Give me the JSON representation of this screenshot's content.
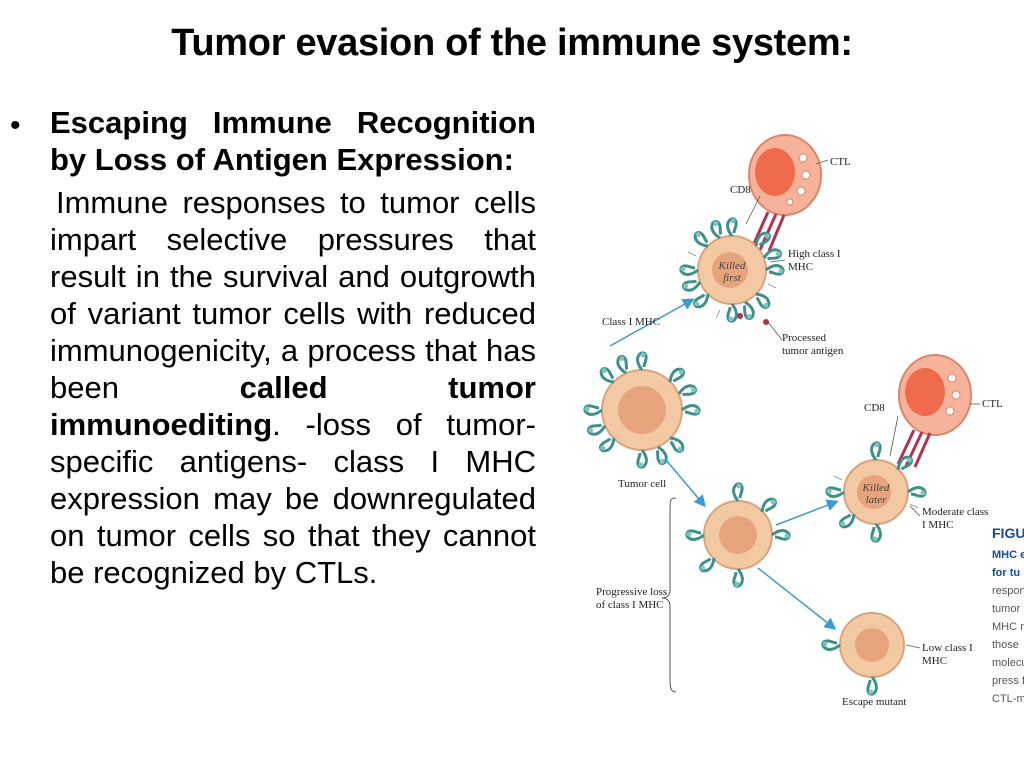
{
  "slide": {
    "title": "Tumor evasion of the immune system:",
    "bullet": {
      "symbol": "•",
      "heading": "Escaping Immune Recognition by Loss of Antigen Expression:",
      "para_part1": "Immune responses to tumor cells impart selective pressures that result in the survival and outgrowth of variant tumor cells with reduced immunogenicity, a process that has been ",
      "para_bold1": "called tumor immunoediting",
      "para_part2": ". -loss of tumor-specific antigens- class I MHC expression may be downregulated on tumor cells so that they cannot be recognized by CTLs."
    }
  },
  "figure": {
    "labels": {
      "cd8_top": "CD8",
      "ctl_top": "CTL",
      "high_mhc": "High class I MHC",
      "class_i_mhc": "Class I MHC",
      "processed_antigen": "Processed tumor antigen",
      "cd8_mid": "CD8",
      "ctl_mid": "CTL",
      "tumor_cell": "Tumor cell",
      "moderate_mhc": "Moderate class I MHC",
      "progressive_loss": "Progressive loss of class I MHC",
      "low_mhc": "Low class I MHC",
      "escape_mutant": "Escape mutant"
    },
    "cell_text": {
      "killed_first": "Killed first",
      "killed_later": "Killed later"
    },
    "caption_fragments": {
      "line1": "FIGU",
      "line2": "MHC e",
      "line3": "for tu",
      "line4": "respons",
      "line5": "tumor",
      "line6": "MHC r",
      "line7": "those",
      "line8": "molecu",
      "line9": "press f",
      "line10": "CTL-me"
    },
    "colors": {
      "tumor_cell_fill": "#f3c9a4",
      "tumor_nucleus": "#e6a37c",
      "ctl_fill": "#f7b39a",
      "ctl_nucleus": "#ef6b4c",
      "mhc_color": "#3f8f8c",
      "arrow_color": "#3a9bd6",
      "caption_blue": "#1a4aa0"
    }
  }
}
